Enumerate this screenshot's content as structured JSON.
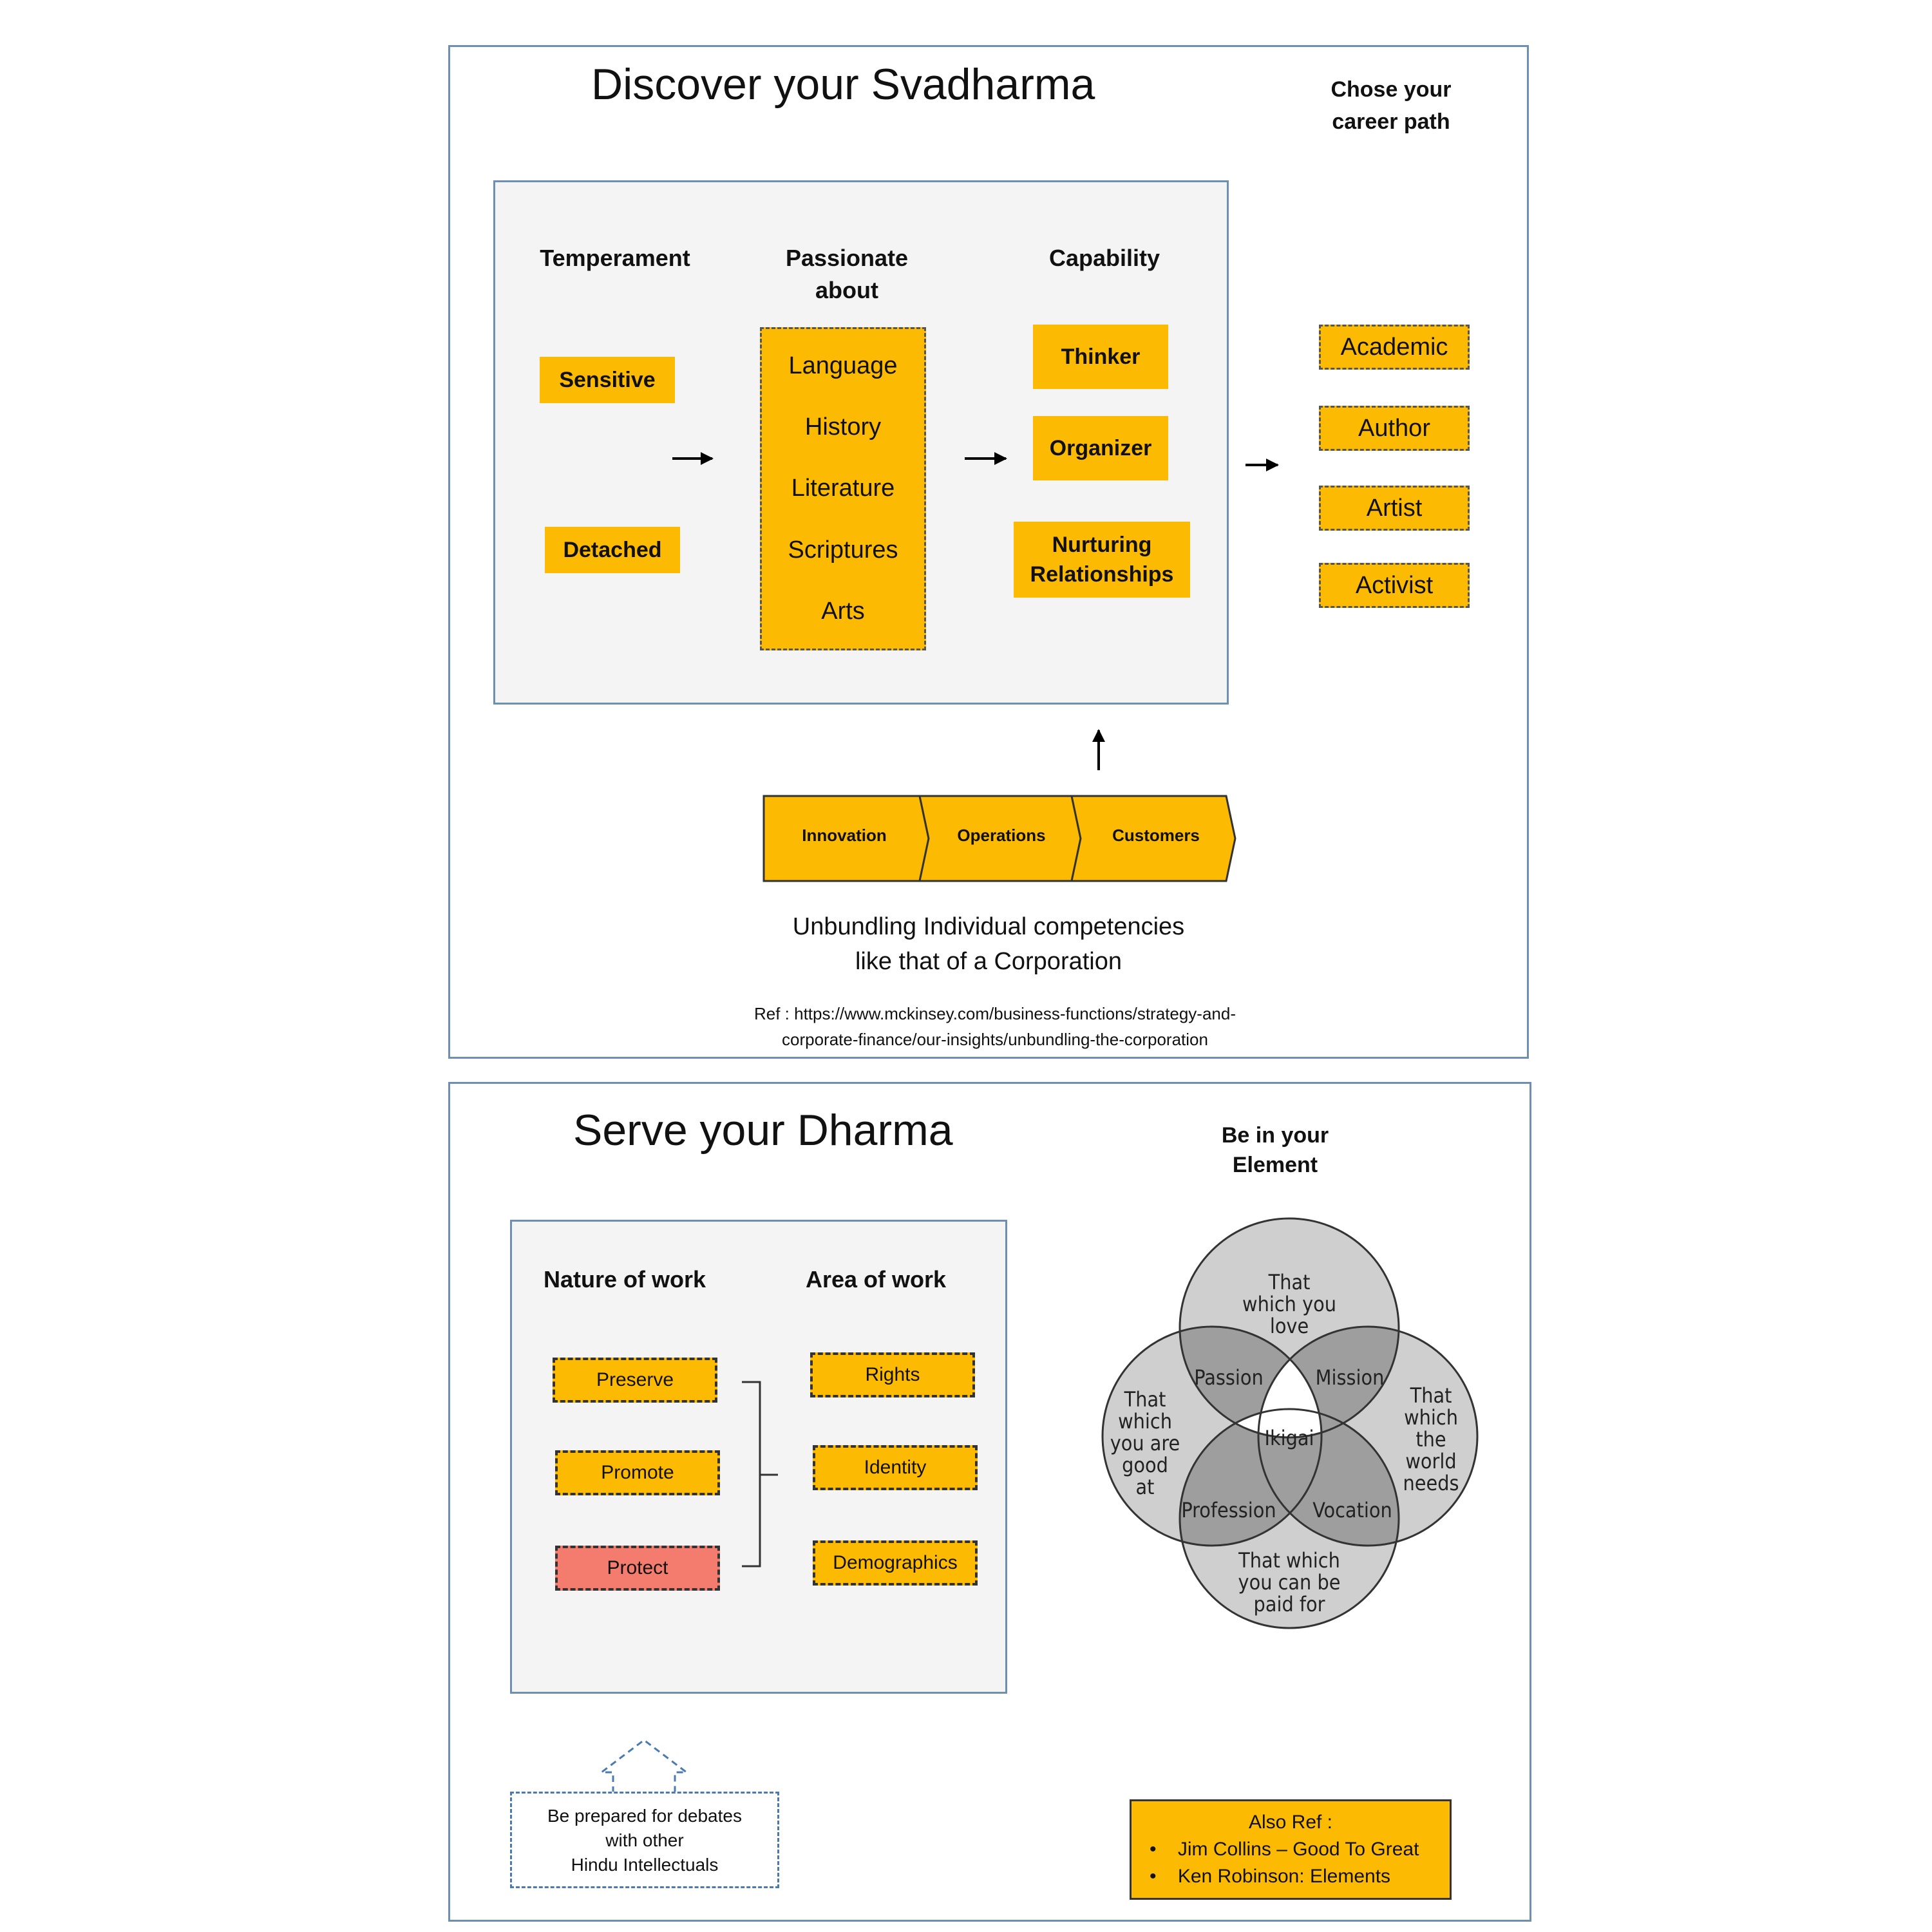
{
  "top": {
    "title": "Discover your Svadharma",
    "side_note": [
      "Chose your",
      "career path"
    ],
    "headers": {
      "temperament": "Temperament",
      "passionate": [
        "Passionate",
        "about"
      ],
      "capability": "Capability"
    },
    "temperament_items": [
      "Sensitive",
      "Detached"
    ],
    "passion_items": [
      "Language",
      "History",
      "Literature",
      "Scriptures",
      "Arts"
    ],
    "capability_items": [
      "Thinker",
      "Organizer",
      [
        "Nurturing",
        "Relationships"
      ]
    ],
    "career_items": [
      "Academic",
      "Author",
      "Artist",
      "Activist"
    ],
    "chevrons": [
      "Innovation",
      "Operations",
      "Customers"
    ],
    "caption": [
      "Unbundling Individual competencies",
      "like that of a Corporation"
    ],
    "reference": [
      "Ref : https://www.mckinsey.com/business-functions/strategy-and-",
      "corporate-finance/our-insights/unbundling-the-corporation"
    ]
  },
  "bottom": {
    "title": "Serve your Dharma",
    "side_note": [
      "Be in your",
      "Element"
    ],
    "headers": {
      "nature": "Nature of work",
      "area": "Area of work"
    },
    "nature_items": [
      "Preserve",
      "Promote",
      "Protect"
    ],
    "area_items": [
      "Rights",
      "Identity",
      "Demographics"
    ],
    "callout": [
      "Be prepared for debates",
      "with other",
      "Hindu Intellectuals"
    ],
    "also_ref": {
      "heading": "Also Ref :",
      "items": [
        "Jim Collins – Good To Great",
        "Ken Robinson: Elements"
      ]
    },
    "ikigai": {
      "top": [
        "That",
        "which you",
        "love"
      ],
      "left": [
        "That",
        "which",
        "you are",
        "good",
        "at"
      ],
      "right": [
        "That",
        "which",
        "the",
        "world",
        "needs"
      ],
      "bottom": [
        "That which",
        "you can be",
        "paid for"
      ],
      "passion": "Passion",
      "mission": "Mission",
      "profession": "Profession",
      "vocation": "Vocation",
      "center": "Ikigai"
    }
  },
  "colors": {
    "accent_yellow": "#fcba03",
    "protect_red": "#f47c6e",
    "panel_border": "#6f8fb0",
    "inner_background": "#f4f4f4"
  }
}
